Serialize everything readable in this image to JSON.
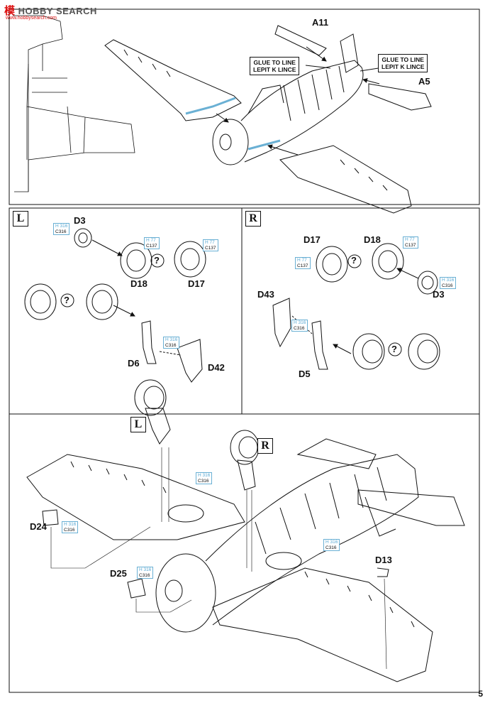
{
  "watermark": {
    "cn": "模",
    "text": "HOBBY SEARCH",
    "url": "www.hobbysearch.com"
  },
  "page_number": "5",
  "panel1": {
    "part_top": "A11",
    "part_right": "A5",
    "glue_left": [
      "GLUE TO LINE",
      "LEPIT K LINCE"
    ],
    "glue_right": [
      "GLUE TO LINE",
      "LEPIT K LINCE"
    ]
  },
  "panel_left": {
    "box": "L",
    "d3": "D3",
    "d18": "D18",
    "d17": "D17",
    "d6": "D6",
    "d42": "D42",
    "q": "?",
    "code_d3": [
      "H 316",
      "C316"
    ],
    "code_d18": [
      "H 77",
      "C137"
    ],
    "code_d17": [
      "H 77",
      "C137"
    ],
    "code_d42": [
      "H 316",
      "C316"
    ]
  },
  "panel_right": {
    "box": "R",
    "d17": "D17",
    "d18": "D18",
    "d3": "D3",
    "d43": "D43",
    "d5": "D5",
    "q": "?",
    "code_d17": [
      "H 77",
      "C137"
    ],
    "code_d18": [
      "H 77",
      "C137"
    ],
    "code_d3": [
      "H 316",
      "C316"
    ],
    "code_d43": [
      "H 316",
      "C316"
    ]
  },
  "panel_bottom": {
    "box_l": "L",
    "box_r": "R",
    "d24": "D24",
    "d25": "D25",
    "d13": "D13",
    "code_d24": [
      "H 316",
      "C316"
    ],
    "code_d25": [
      "H 316",
      "C316"
    ],
    "code_wing_l": [
      "H 316",
      "C316"
    ],
    "code_wing_r": [
      "H 316",
      "C316"
    ]
  },
  "colors": {
    "glue_tint": "#b8dcef",
    "code_blue": "#4b9cc6",
    "line": "#111111"
  }
}
